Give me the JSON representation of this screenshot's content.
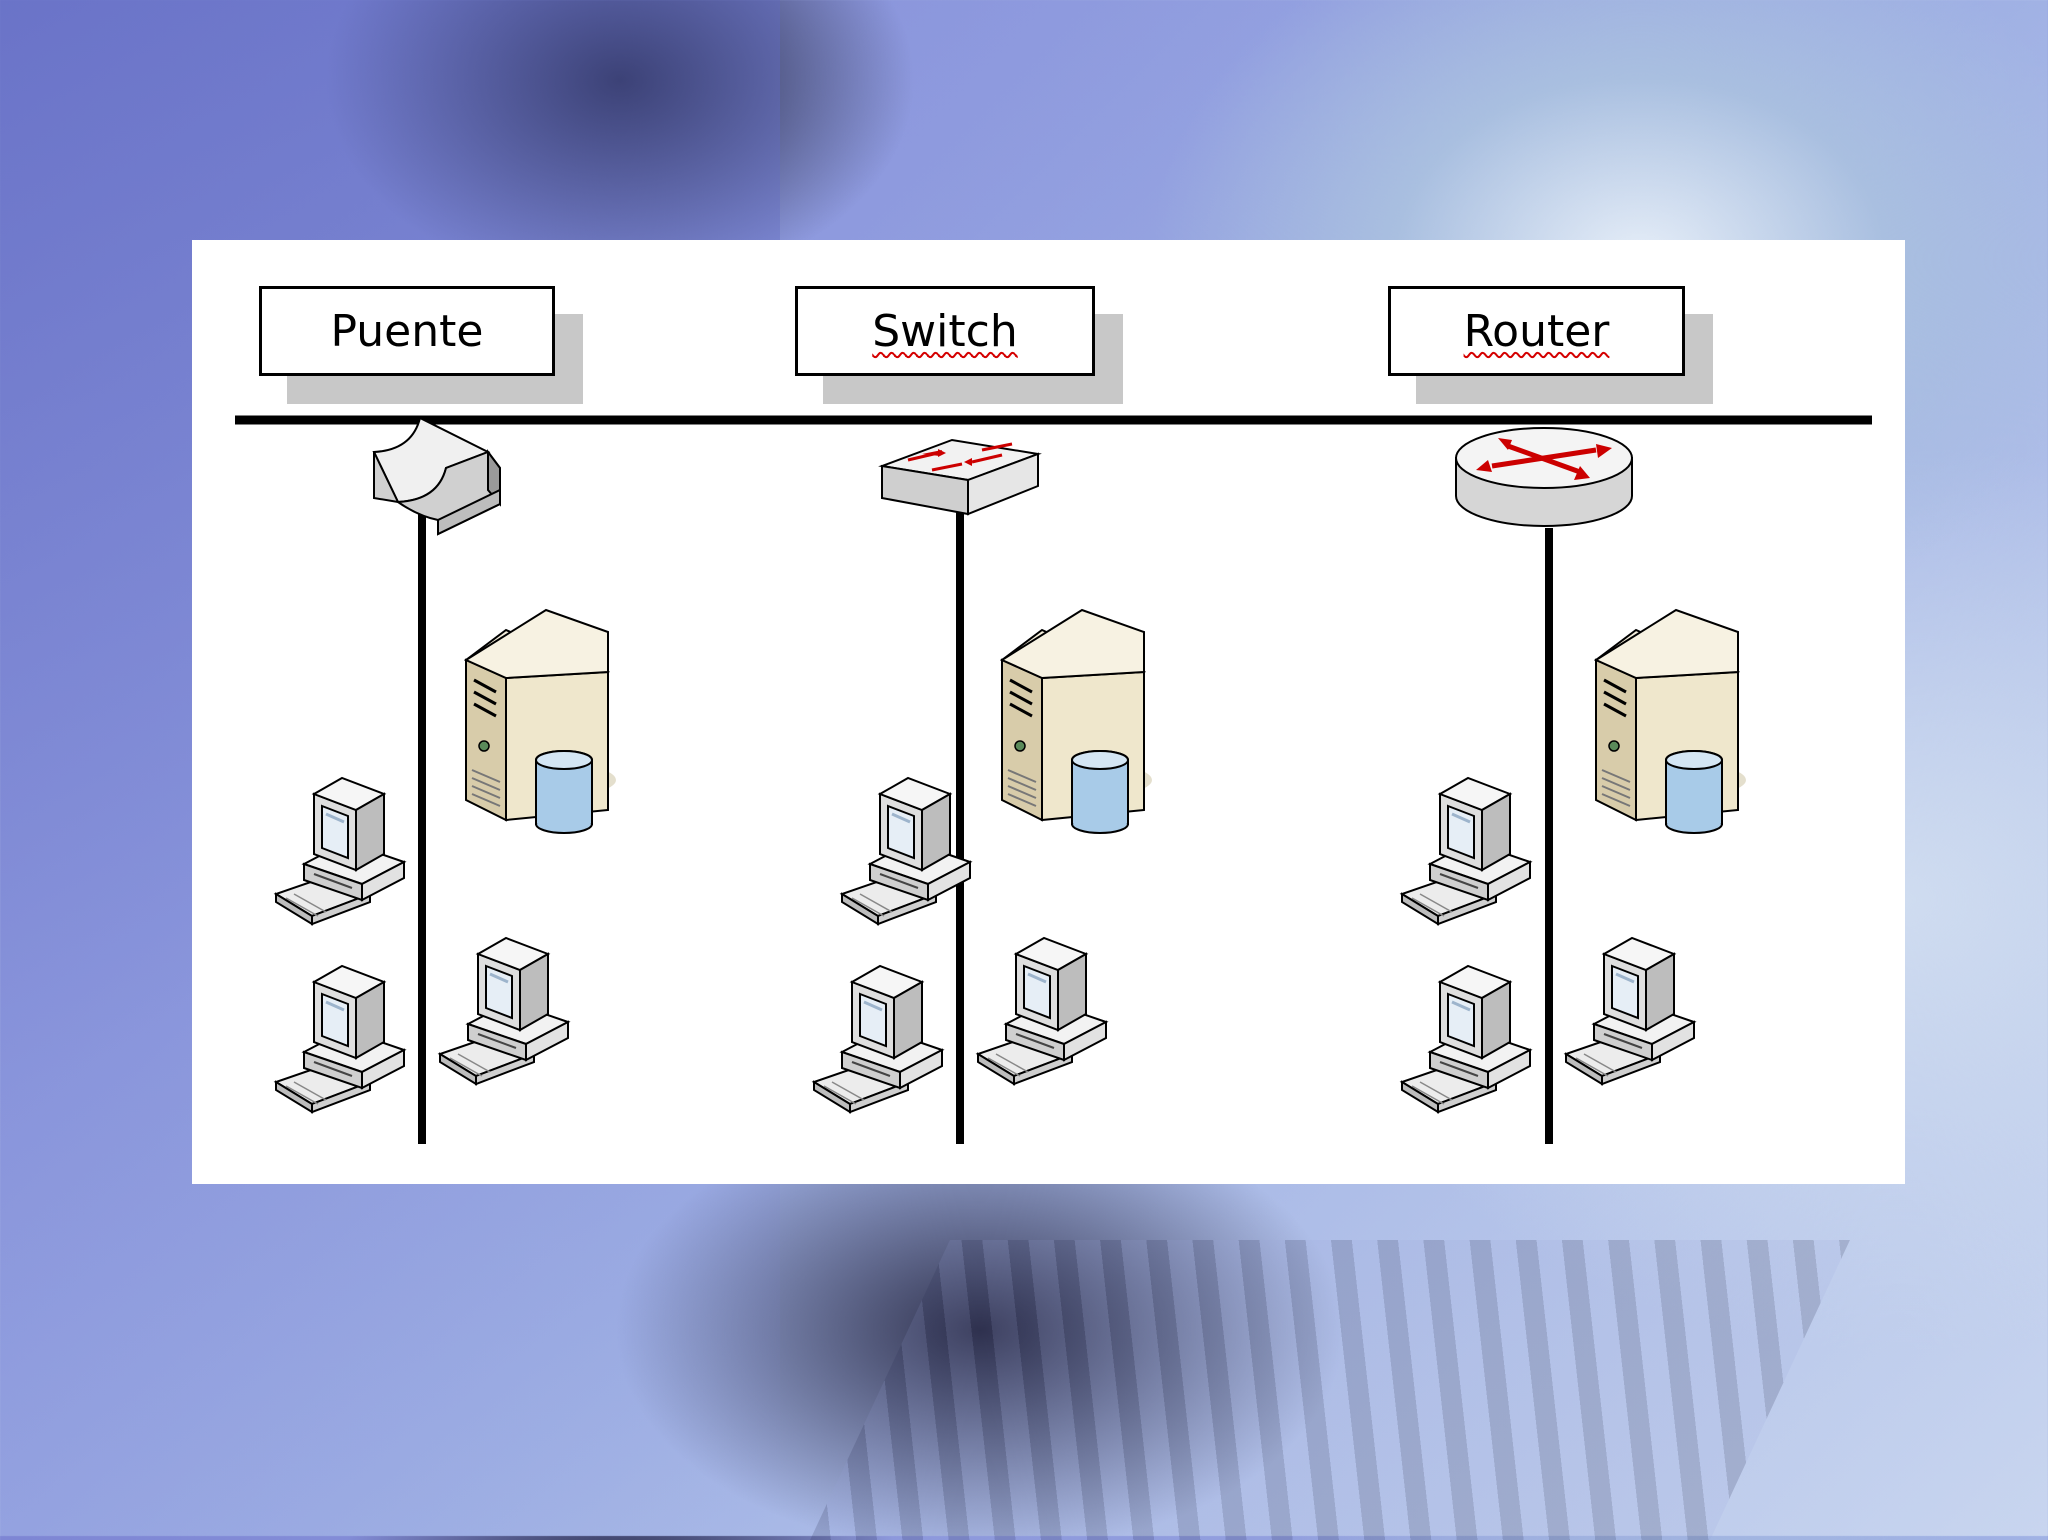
{
  "diagram": {
    "labels": {
      "bridge": "Puente",
      "switch": "Switch",
      "router": "Router"
    },
    "icons": {
      "bridge": "bridge-icon",
      "switch": "switch-icon",
      "router": "router-icon",
      "server": "server-icon",
      "workstation": "workstation-icon"
    },
    "colors": {
      "arrow_red": "#cc0000",
      "server_beige": "#e8ddc0",
      "database_blue": "#a8cbe8",
      "spellcheck_underline": "#d40000"
    }
  }
}
